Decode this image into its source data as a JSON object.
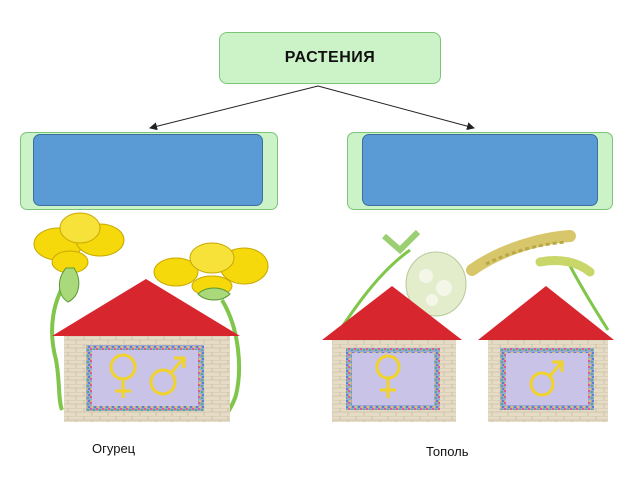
{
  "root": {
    "label": "РАСТЕНИЯ"
  },
  "categories": [
    {
      "label": ""
    },
    {
      "label": ""
    }
  ],
  "examples": [
    {
      "caption": "Огурец"
    },
    {
      "caption": "Тополь"
    }
  ],
  "colors": {
    "root_fill": "#ccf3c8",
    "category_fill": "#5b9bd5",
    "roof": "#d8262f",
    "wall": "#e8dcc8",
    "window": "#c9c3e8",
    "flower": "#f5d90a",
    "stem": "#7fc64a"
  },
  "symbols": [
    "female-symbol",
    "male-symbol"
  ]
}
